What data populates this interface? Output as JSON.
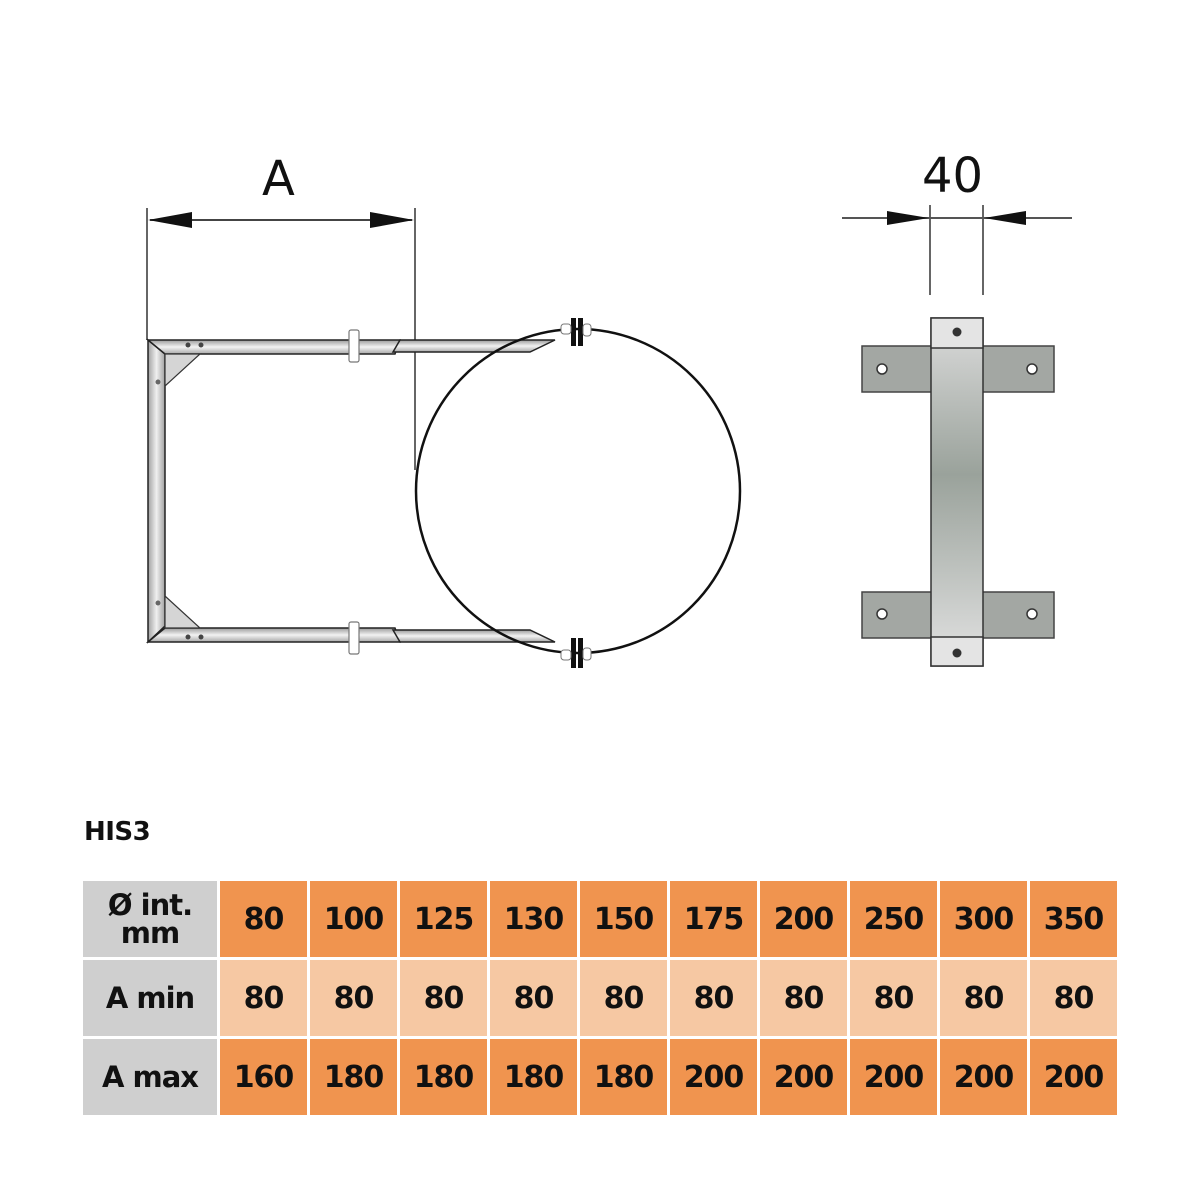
{
  "drawing": {
    "side_view": {
      "dimension_label": "A",
      "components": [
        "wall-bracket-frame",
        "telescopic-arms",
        "pipe-clamp-ring",
        "clamp-bolts"
      ]
    },
    "front_view": {
      "dimension_label": "40",
      "components": [
        "vertical-strap",
        "top-mounting-plate",
        "bottom-mounting-plate"
      ]
    }
  },
  "table": {
    "model": "HIS3",
    "rows": [
      {
        "header": [
          "Ø int.",
          "mm"
        ],
        "values": [
          "80",
          "100",
          "125",
          "130",
          "150",
          "175",
          "200",
          "250",
          "300",
          "350"
        ],
        "style": "dark"
      },
      {
        "header": [
          "A min"
        ],
        "values": [
          "80",
          "80",
          "80",
          "80",
          "80",
          "80",
          "80",
          "80",
          "80",
          "80"
        ],
        "style": "light"
      },
      {
        "header": [
          "A max"
        ],
        "values": [
          "160",
          "180",
          "180",
          "180",
          "180",
          "200",
          "200",
          "200",
          "200",
          "200"
        ],
        "style": "dark"
      }
    ],
    "colors": {
      "header_bg": "#cfcfcf",
      "dark_cell": "#f0944f",
      "light_cell": "#f6c8a3"
    }
  }
}
